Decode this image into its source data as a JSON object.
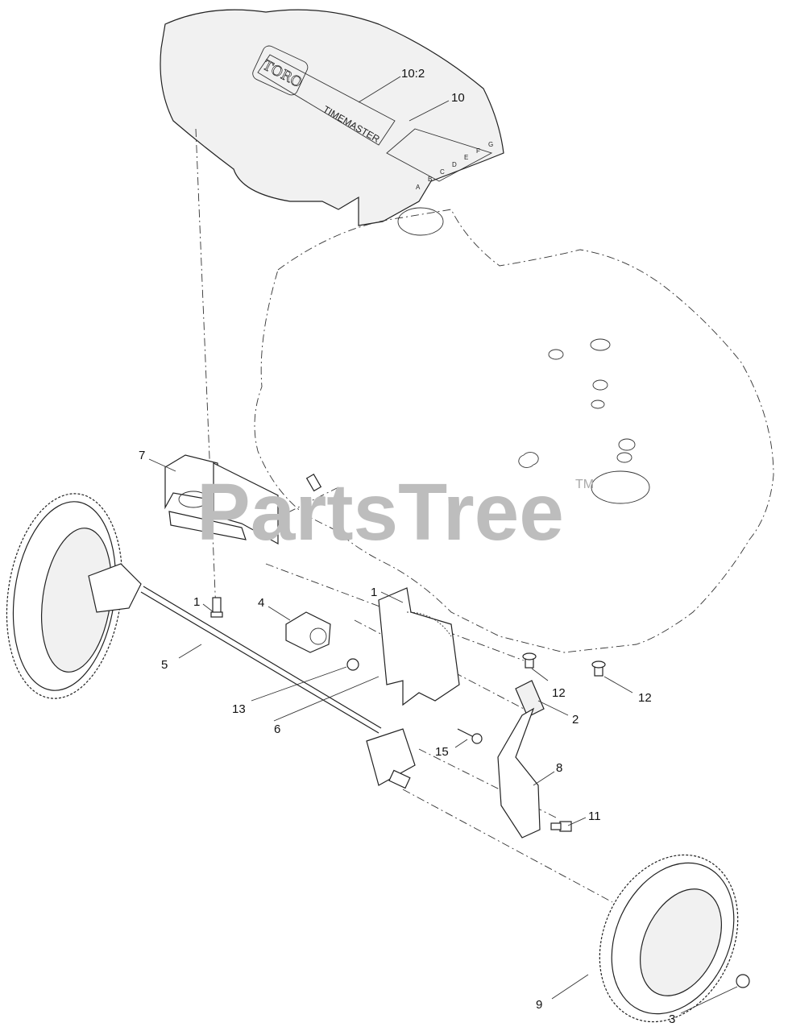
{
  "diagram": {
    "logo_text": "TORO",
    "product_name": "TIMEMASTER",
    "height_letters": [
      "A",
      "B",
      "C",
      "D",
      "E",
      "F",
      "G"
    ],
    "watermark": "PartsTree",
    "watermark_tm": "TM",
    "callouts": [
      {
        "id": "10:2",
        "label": "10:2"
      },
      {
        "id": "10",
        "label": "10"
      },
      {
        "id": "7",
        "label": "7"
      },
      {
        "id": "1a",
        "label": "1"
      },
      {
        "id": "1b",
        "label": "1"
      },
      {
        "id": "4",
        "label": "4"
      },
      {
        "id": "5",
        "label": "5"
      },
      {
        "id": "13",
        "label": "13"
      },
      {
        "id": "6",
        "label": "6"
      },
      {
        "id": "12a",
        "label": "12"
      },
      {
        "id": "12b",
        "label": "12"
      },
      {
        "id": "2",
        "label": "2"
      },
      {
        "id": "15",
        "label": "15"
      },
      {
        "id": "8",
        "label": "8"
      },
      {
        "id": "11",
        "label": "11"
      },
      {
        "id": "9",
        "label": "9"
      },
      {
        "id": "3",
        "label": "3"
      }
    ]
  }
}
